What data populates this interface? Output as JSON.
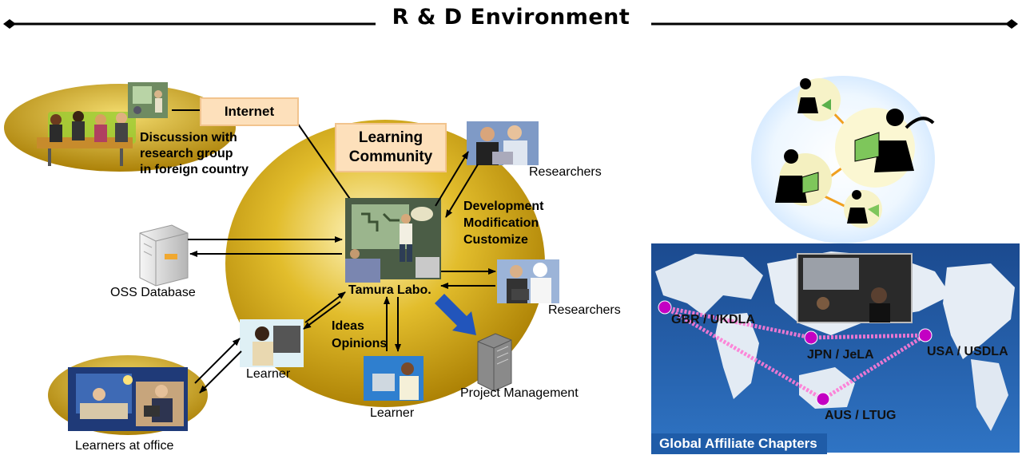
{
  "header": {
    "title": "R & D Environment"
  },
  "diagram": {
    "internet": "Internet",
    "learning_community": [
      "Learning",
      "Community"
    ],
    "discussion": [
      "Discussion with",
      "research group",
      "in foreign country"
    ],
    "researchers_top": "Researchers",
    "researchers_mid": "Researchers",
    "development": [
      "Development",
      "Modification",
      "Customize"
    ],
    "oss_database": "OSS Database",
    "tamura_labo": "Tamura Labo.",
    "ideas": [
      "Ideas",
      "Opinions"
    ],
    "learner_left": "Learner",
    "learner_bottom": "Learner",
    "project_management": "Project Management",
    "learners_at_office": "Learners at office"
  },
  "map": {
    "chapters": [
      "GBR / UKDLA",
      "JPN / JeLA",
      "USA / USDLA",
      "AUS / LTUG"
    ],
    "banner": "Global Affiliate Chapters"
  },
  "colors": {
    "gold": "#c99a00",
    "label_fill": "#fde0bb",
    "map_sea": "#1e4e97",
    "map_banner": "#1f5ca8",
    "node": "#c300c3",
    "link": "#ff7ad6"
  }
}
